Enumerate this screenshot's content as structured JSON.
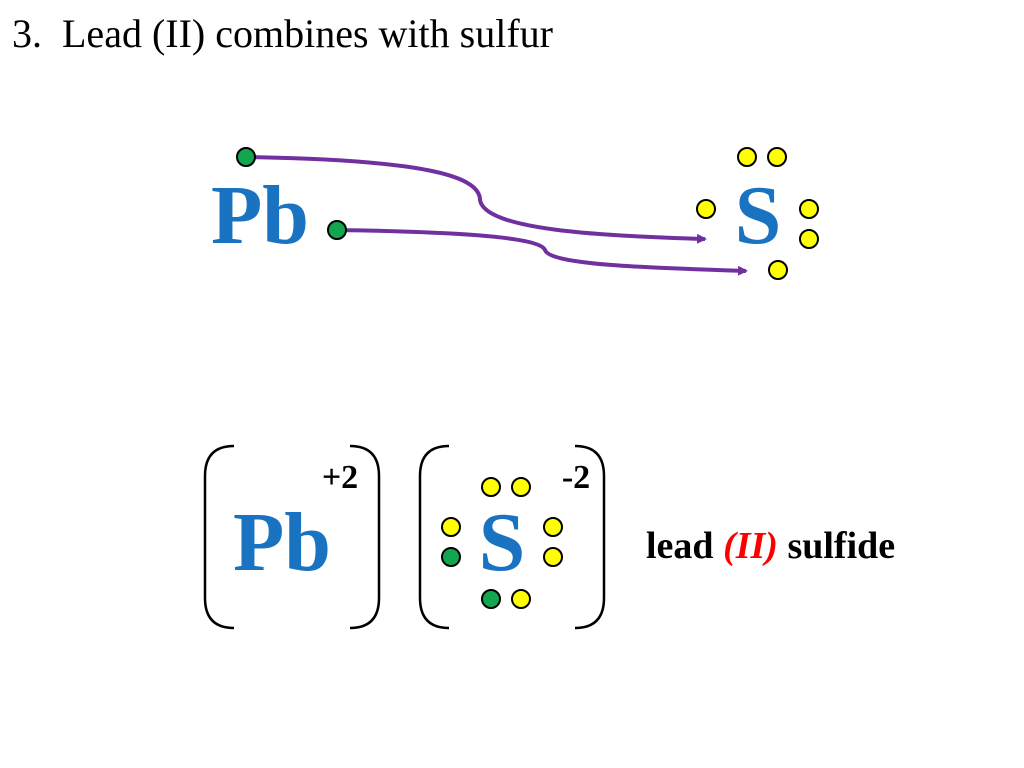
{
  "title": "3.  Lead (II) combines with sulfur",
  "reaction": {
    "metal_symbol": "Pb",
    "nonmetal_symbol": "S"
  },
  "product": {
    "cation_symbol": "Pb",
    "cation_charge": "+2",
    "anion_symbol": "S",
    "anion_charge": "-2",
    "name_part1": "lead ",
    "name_part2": "(II)",
    "name_part3": " sulfide"
  },
  "colors": {
    "symbol": "#1a73c1",
    "valence_electron": "#ffff00",
    "transferred_electron": "#12a650",
    "arrow": "#7030a0",
    "roman_numeral": "#ff0000"
  }
}
